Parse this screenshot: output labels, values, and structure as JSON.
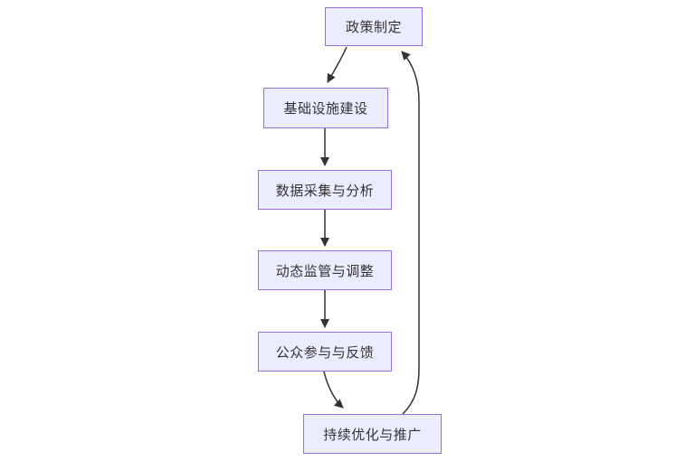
{
  "diagram": {
    "type": "flowchart",
    "direction": "top-down",
    "colors": {
      "background": "#ffffff",
      "node_fill": "#ECECFF",
      "node_border": "#9370DB",
      "edge": "#333333",
      "text": "#333333"
    },
    "nodes": [
      {
        "id": "policy",
        "label": "政策制定"
      },
      {
        "id": "infrastructure",
        "label": "基础设施建设"
      },
      {
        "id": "data_analysis",
        "label": "数据采集与分析"
      },
      {
        "id": "supervision",
        "label": "动态监管与调整"
      },
      {
        "id": "public_feedback",
        "label": "公众参与与反馈"
      },
      {
        "id": "optimization",
        "label": "持续优化与推广"
      }
    ],
    "edges": [
      {
        "from": "政策制定",
        "to": "基础设施建设"
      },
      {
        "from": "基础设施建设",
        "to": "数据采集与分析"
      },
      {
        "from": "数据采集与分析",
        "to": "动态监管与调整"
      },
      {
        "from": "动态监管与调整",
        "to": "公众参与与反馈"
      },
      {
        "from": "公众参与与反馈",
        "to": "持续优化与推广"
      },
      {
        "from": "持续优化与推广",
        "to": "政策制定"
      }
    ]
  }
}
